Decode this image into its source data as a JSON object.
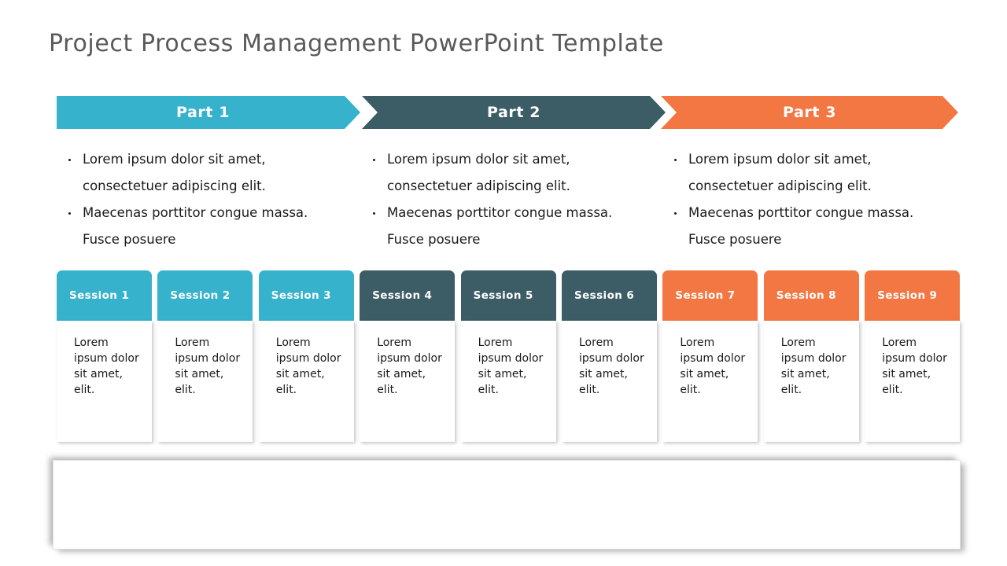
{
  "title": "Project Process Management PowerPoint Template",
  "colors": {
    "teal": "#36b2cc",
    "slate": "#3c5c66",
    "orange": "#f27743",
    "title_text": "#595959",
    "body_text": "#1a1a1a"
  },
  "phases": [
    {
      "label": "Part 1",
      "color_key": "teal"
    },
    {
      "label": "Part 2",
      "color_key": "slate"
    },
    {
      "label": "Part 3",
      "color_key": "orange"
    }
  ],
  "bullet_columns": [
    {
      "items": [
        {
          "line1": "Lorem ipsum dolor sit amet,",
          "line2": "consectetuer adipiscing elit."
        },
        {
          "line1": "Maecenas porttitor congue massa.",
          "line2": "Fusce posuere"
        }
      ]
    },
    {
      "items": [
        {
          "line1": "Lorem ipsum dolor sit amet,",
          "line2": "consectetuer adipiscing elit."
        },
        {
          "line1": "Maecenas porttitor congue massa.",
          "line2": "Fusce posuere"
        }
      ]
    },
    {
      "items": [
        {
          "line1": "Lorem ipsum dolor sit amet,",
          "line2": "consectetuer adipiscing elit."
        },
        {
          "line1": "Maecenas porttitor congue massa.",
          "line2": "Fusce posuere"
        }
      ]
    }
  ],
  "sessions": [
    {
      "label": "Session 1",
      "body": "Lorem ipsum dolor sit amet, elit.",
      "color_key": "teal"
    },
    {
      "label": "Session 2",
      "body": "Lorem ipsum dolor sit amet, elit.",
      "color_key": "teal"
    },
    {
      "label": "Session 3",
      "body": "Lorem ipsum dolor sit amet, elit.",
      "color_key": "teal"
    },
    {
      "label": "Session 4",
      "body": "Lorem ipsum dolor sit amet, elit.",
      "color_key": "slate"
    },
    {
      "label": "Session 5",
      "body": "Lorem ipsum dolor sit amet, elit.",
      "color_key": "slate"
    },
    {
      "label": "Session 6",
      "body": "Lorem ipsum dolor sit amet, elit.",
      "color_key": "slate"
    },
    {
      "label": "Session 7",
      "body": "Lorem ipsum dolor sit amet, elit.",
      "color_key": "orange"
    },
    {
      "label": "Session 8",
      "body": "Lorem ipsum dolor sit amet, elit.",
      "color_key": "orange"
    },
    {
      "label": "Session 9",
      "body": "Lorem ipsum dolor sit amet, elit.",
      "color_key": "orange"
    }
  ],
  "bottom_box": {
    "content": ""
  }
}
